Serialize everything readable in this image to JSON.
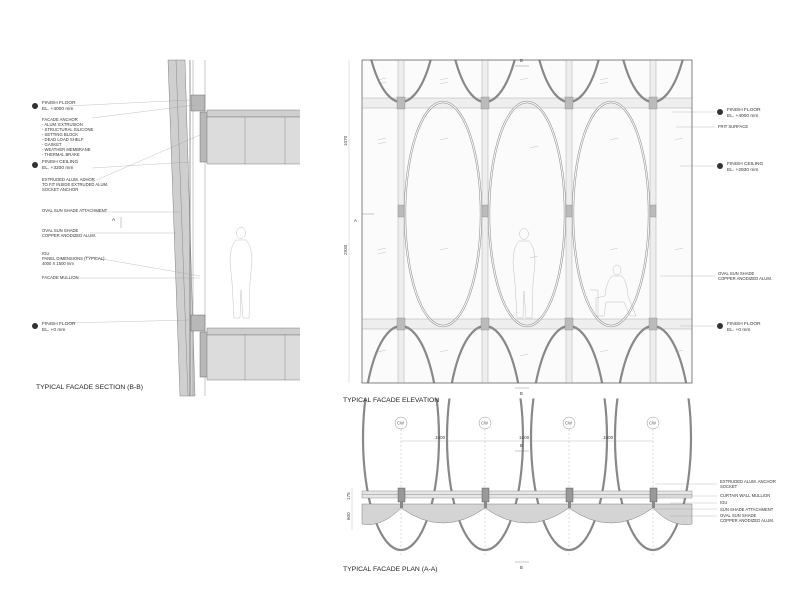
{
  "section": {
    "title": "TYPICAL FACADE SECTION (B-B)",
    "finish_floor_top": [
      "FINISH FLOOR",
      "EL. +4000 mm"
    ],
    "facade_anchor": [
      "FACADE ANCHOR",
      "- ALUM. EXTRUSION",
      "- STRUCTURAL SILICONE",
      "- SETTING BLOCK",
      "- DEAD LOAD SHELF",
      "- GASKET",
      "- WEATHER MEMBRANE",
      "- THERMAL BRAKE"
    ],
    "finish_ceiling": [
      "FINISH CEILING",
      "EL. +3200 mm"
    ],
    "extruded_anchor": [
      "EXTRUDED ALUM. ADHOR",
      "TO FIT INSIDE EXTRUDED ALUM.",
      "SOCKET ANCHOR"
    ],
    "oval_attachment": "OVAL SUN SHADE ATTACHMENT",
    "oval_shade": [
      "OVAL SUN SHADE",
      "COPPER ANODIZED ALUM."
    ],
    "igu": [
      "IGU",
      "PANEL DIMENSIONS (TYPICAL):",
      "4000 X 1500 mm"
    ],
    "mullion": "FACADE MULLION",
    "finish_floor_bottom": [
      "FINISH FLOOR",
      "EL. +0 mm"
    ],
    "cut_marker": "A"
  },
  "elevation": {
    "title": "TYPICAL FACADE ELEVATION",
    "grid_labels": [
      "CW",
      "CW",
      "CW",
      "CW"
    ],
    "dims": [
      "1500",
      "1500",
      "1500"
    ],
    "vert_dims": [
      "1070",
      "2930"
    ],
    "cut_top": "B",
    "cut_bottom": "B",
    "cut_side": "A",
    "finish_floor_top": [
      "FINISH FLOOR",
      "EL. +4000 mm"
    ],
    "frit": "FRIT SURFACE",
    "finish_ceiling": [
      "FINISH CEILING",
      "EL. +2930 mm"
    ],
    "oval_shade": [
      "OVAL SUN SHADE",
      "COPPER ANODIZED ALUM."
    ],
    "finish_floor_bottom": [
      "FINISH FLOOR",
      "EL. +0 mm"
    ]
  },
  "plan": {
    "title": "TYPICAL FACADE PLAN (A-A)",
    "grid_labels": [
      "CW",
      "CW",
      "CW",
      "CW"
    ],
    "dims": [
      "1500",
      "1500",
      "1500"
    ],
    "vert_dims": [
      "175",
      "600"
    ],
    "cut_top": "B",
    "cut_bottom": "B",
    "socket": [
      "EXTRUDED ALUM. ANCHOR",
      "SOCKET"
    ],
    "mullion": "CURTAIN WALL MULLION",
    "igu": "IGU",
    "attachment": "SUN SHADE ATTACHMENT",
    "oval_shade": [
      "OVAL SUN SHADE",
      "COPPER ANODIZED ALUM."
    ]
  }
}
